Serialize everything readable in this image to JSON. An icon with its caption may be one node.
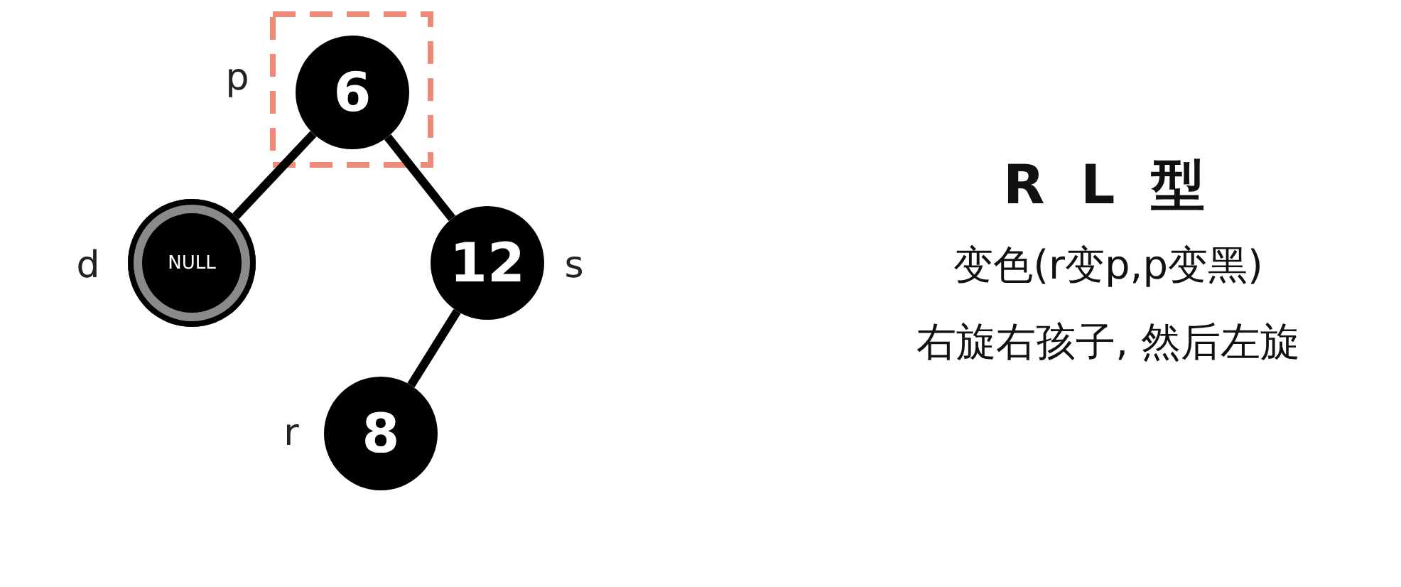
{
  "diagram": {
    "nodes": [
      {
        "text": [
          "6"
        ],
        "beside": [
          "p"
        ]
      },
      {
        "text": [
          "NULL"
        ],
        "beside": [
          "d"
        ]
      },
      {
        "text": [
          "12"
        ],
        "beside": [
          "s"
        ]
      },
      {
        "text": [
          "8"
        ],
        "beside": [
          "r"
        ]
      }
    ],
    "edges": [
      {
        "from": 0,
        "to": 1,
        "arrow": "none"
      },
      {
        "from": 0,
        "to": 2,
        "arrow": "none"
      },
      {
        "from": 2,
        "to": 3,
        "arrow": "none"
      }
    ],
    "labels": [
      "R L 型",
      "变色(r变p,p变黑)",
      "右旋右孩子, 然后左旋"
    ]
  }
}
